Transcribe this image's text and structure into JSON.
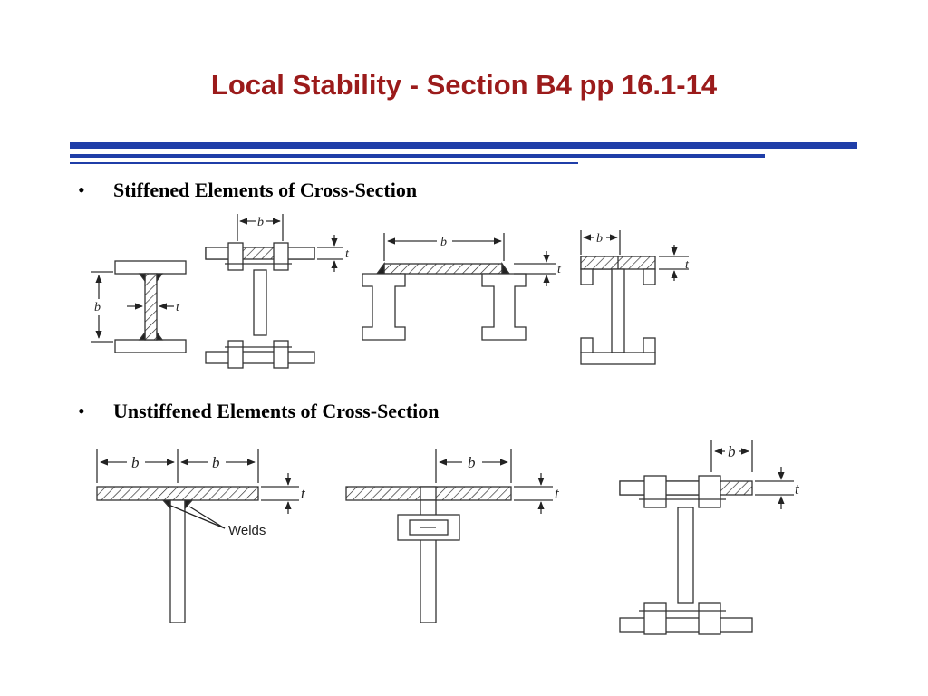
{
  "slide": {
    "title": "Local Stability - Section B4 pp 16.1-14",
    "bullets": [
      {
        "marker": "•",
        "text": "Stiffened Elements of Cross-Section"
      },
      {
        "marker": "•",
        "text": "Unstiffened Elements of Cross-Section"
      }
    ]
  },
  "figure_labels": {
    "b": "b",
    "t": "t",
    "welds": "Welds"
  },
  "colors": {
    "title": "#9b1b1b",
    "rule": "#1f3ea8"
  }
}
